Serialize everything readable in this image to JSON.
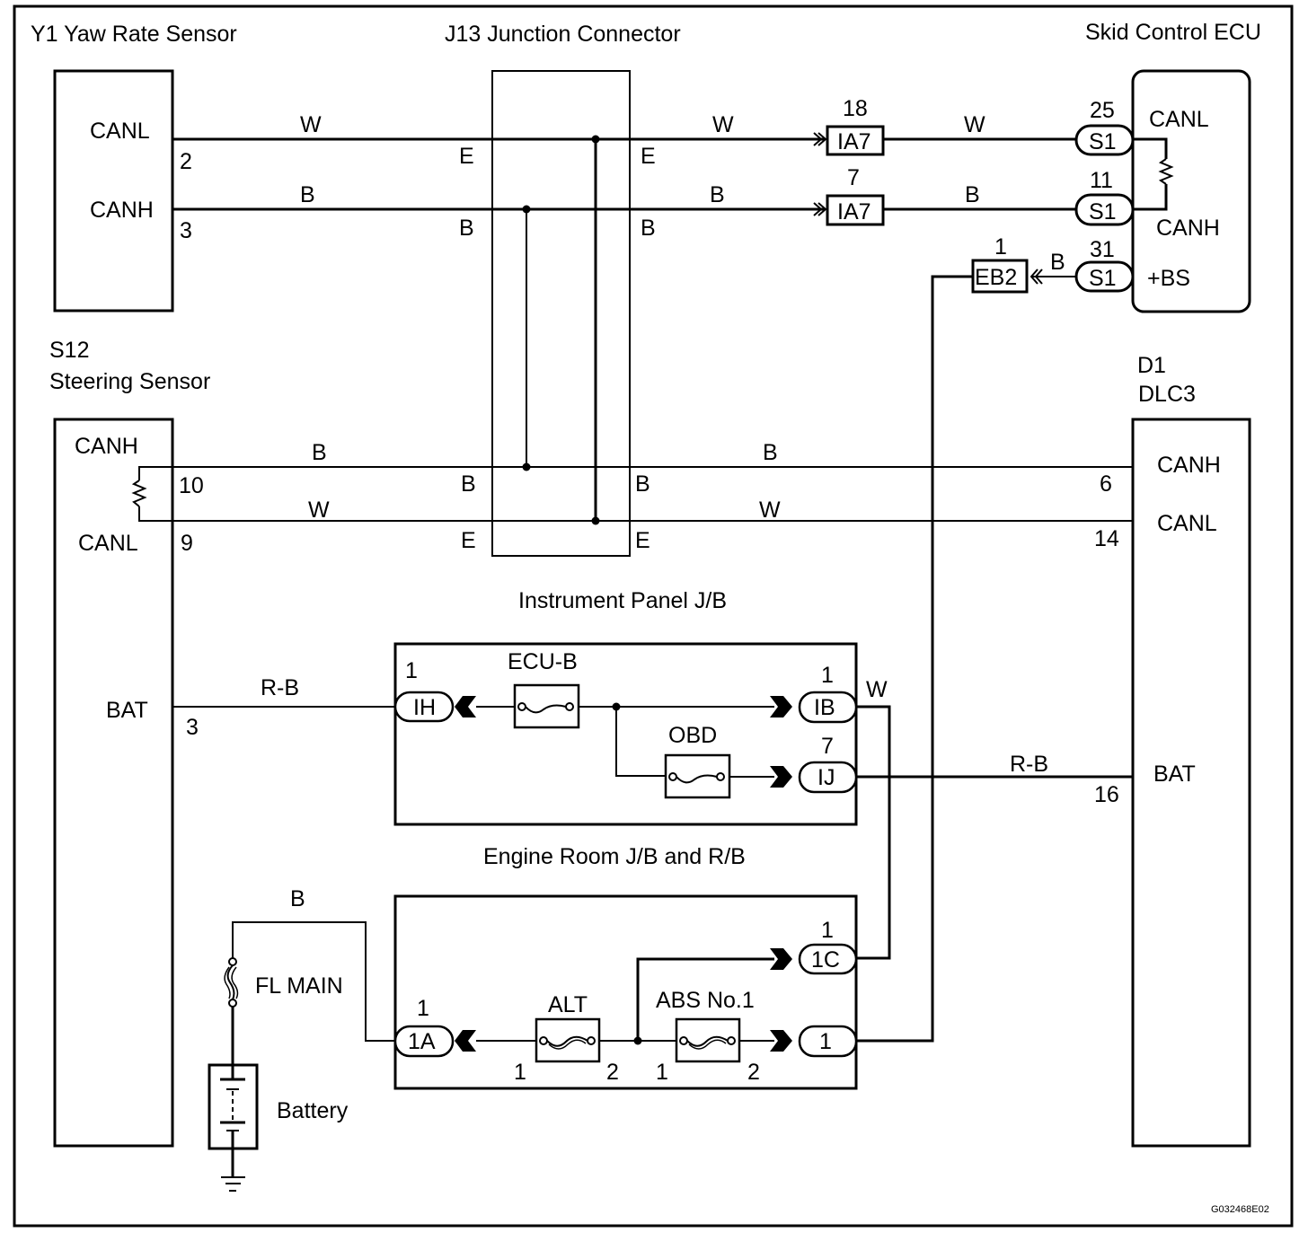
{
  "figure_id": "G032468E02",
  "colors": {
    "line": "#000000",
    "background": "#ffffff"
  },
  "components": {
    "yaw_sensor": {
      "title": "Y1 Yaw Rate Sensor",
      "pins": [
        {
          "name": "CANL",
          "num": "2"
        },
        {
          "name": "CANH",
          "num": "3"
        }
      ]
    },
    "junction": {
      "title": "J13 Junction Connector",
      "labels": {
        "E": "E",
        "B": "B"
      }
    },
    "skid_ecu": {
      "title": "Skid Control ECU",
      "pins": [
        {
          "name": "CANL",
          "num": "25",
          "conn": "S1"
        },
        {
          "name": "CANH",
          "num": "11",
          "conn": "S1"
        },
        {
          "name": "+BS",
          "num": "31",
          "conn": "S1"
        }
      ]
    },
    "steering_sensor": {
      "code": "S12",
      "title": "Steering Sensor",
      "pins": [
        {
          "name": "CANH",
          "num": "10"
        },
        {
          "name": "CANL",
          "num": "9"
        },
        {
          "name": "BAT",
          "num": "3"
        }
      ]
    },
    "dlc3": {
      "code": "D1",
      "title": "DLC3",
      "pins": [
        {
          "name": "CANH",
          "num": "6"
        },
        {
          "name": "CANL",
          "num": "14"
        },
        {
          "name": "BAT",
          "num": "16"
        }
      ]
    },
    "ip_jb": {
      "title": "Instrument Panel J/B",
      "fuses": [
        "ECU-B",
        "OBD"
      ],
      "connectors": [
        {
          "id": "IH",
          "num": "1"
        },
        {
          "id": "IB",
          "num": "1"
        },
        {
          "id": "IJ",
          "num": "7"
        }
      ]
    },
    "er_jb": {
      "title": "Engine Room J/B and R/B",
      "fuses": [
        "ALT",
        "ABS No.1"
      ],
      "connectors": [
        {
          "id": "1A",
          "num": "1"
        },
        {
          "id": "1C",
          "num": "1"
        },
        {
          "id": "1",
          "num": ""
        }
      ],
      "fuse_pins": {
        "alt": [
          "1",
          "2"
        ],
        "abs": [
          "1",
          "2"
        ]
      }
    },
    "fl_main": {
      "label": "FL MAIN"
    },
    "battery": {
      "label": "Battery"
    }
  },
  "inline_connectors": [
    {
      "id": "IA7",
      "num": "18"
    },
    {
      "id": "IA7",
      "num": "7"
    },
    {
      "id": "EB2",
      "num": "1"
    }
  ],
  "wire_colors": {
    "yaw_canl": "W",
    "yaw_canh": "B",
    "j13_out_canl": "W",
    "j13_out_canh": "B",
    "ia7_ecu_canl": "W",
    "ia7_ecu_canh": "B",
    "ecu_bs": "B",
    "steer_canh": "B",
    "steer_canl": "W",
    "dlc_canh": "B",
    "dlc_canl": "W",
    "steer_bat": "R-B",
    "dlc_bat": "R-B",
    "ib_out": "W",
    "battery_feed": "B"
  }
}
